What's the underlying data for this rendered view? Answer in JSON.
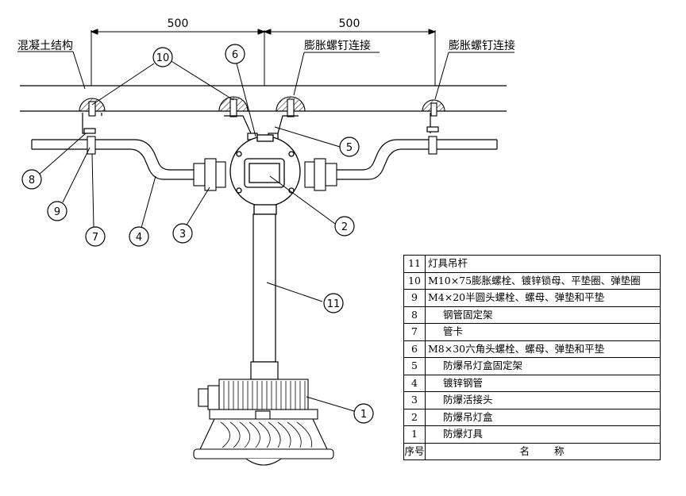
{
  "dimensions": [
    "500",
    "500"
  ],
  "labels": {
    "concrete": "混凝土结构",
    "expansion_left": "膨胀螺钉连接",
    "expansion_right": "膨胀螺钉连接"
  },
  "callouts": [
    "10",
    "6",
    "5",
    "8",
    "9",
    "7",
    "4",
    "3",
    "2",
    "11",
    "1"
  ],
  "bom": {
    "rows": [
      {
        "no": "11",
        "name": "灯具吊杆"
      },
      {
        "no": "10",
        "name": "M10×75膨胀螺栓、镀锌锁母、平垫圈、弹垫圈"
      },
      {
        "no": "9",
        "name": "M4×20半圆头螺栓、螺母、弹垫和平垫"
      },
      {
        "no": "8",
        "name": "钢管固定架"
      },
      {
        "no": "7",
        "name": "管卡"
      },
      {
        "no": "6",
        "name": "M8×30六角头螺栓、螺母、弹垫和平垫"
      },
      {
        "no": "5",
        "name": "防爆吊灯盒固定架"
      },
      {
        "no": "4",
        "name": "镀锌钢管"
      },
      {
        "no": "3",
        "name": "防爆活接头"
      },
      {
        "no": "2",
        "name": "防爆吊灯盒"
      },
      {
        "no": "1",
        "name": "防爆灯具"
      }
    ],
    "header_no": "序号",
    "header_name": "名　　称"
  }
}
